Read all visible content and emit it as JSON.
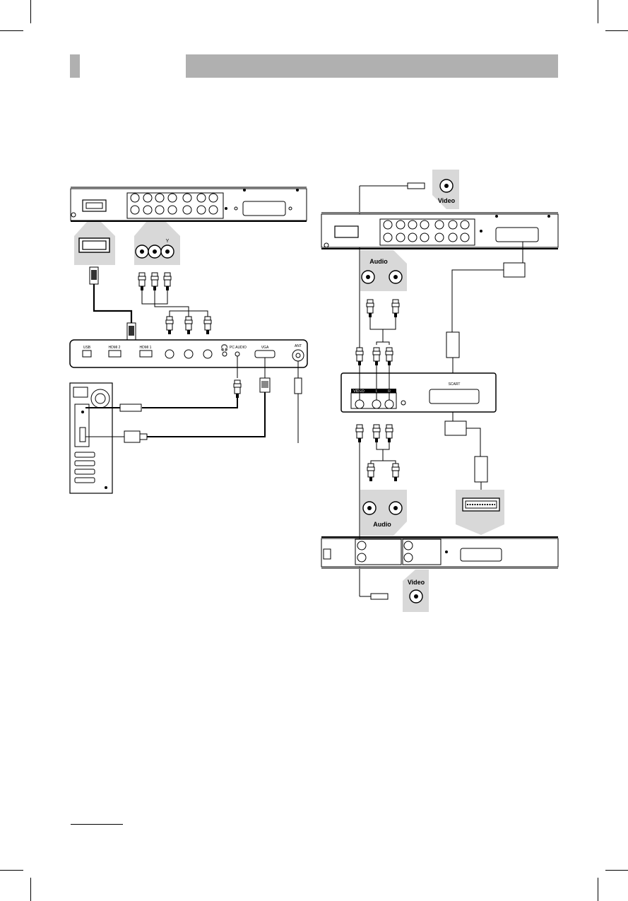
{
  "labels": {
    "video_top": "Video",
    "video_bottom": "Video",
    "audio_top": "Audio",
    "audio_bottom": "Audio",
    "component_y": "Y",
    "tv_usb": "USB",
    "tv_hdmi2": "HDMI 2",
    "tv_hdmi1": "HDMI 1",
    "tv_pc_audio": "PC AUDIO",
    "tv_vga": "VGA",
    "tv_ant": "ANT",
    "tv_scart": "SCART",
    "tv_video": "VIDEO",
    "tv_audio_l": "L",
    "tv_audio_r": "R"
  }
}
